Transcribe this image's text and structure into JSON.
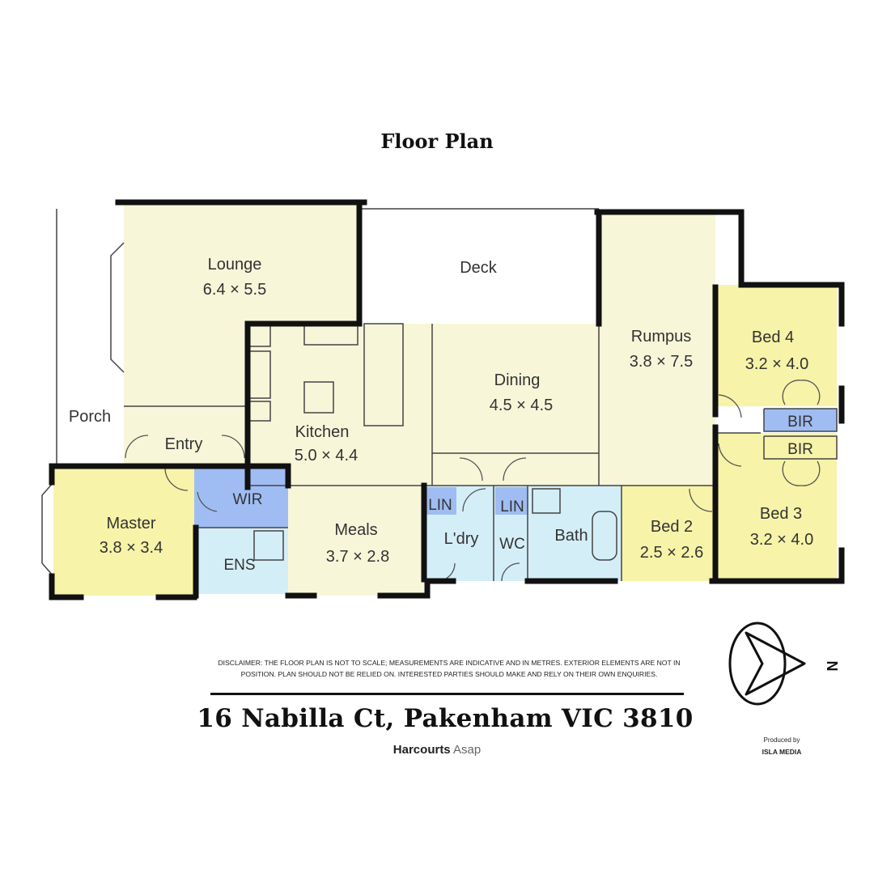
{
  "title": "Floor Plan",
  "rooms": {
    "lounge": {
      "name": "Lounge",
      "dims": "6.4 × 5.5"
    },
    "deck": {
      "name": "Deck"
    },
    "rumpus": {
      "name": "Rumpus",
      "dims": "3.8 × 7.5"
    },
    "bed4": {
      "name": "Bed 4",
      "dims": "3.2 × 4.0"
    },
    "porch": {
      "name": "Porch"
    },
    "kitchen": {
      "name": "Kitchen",
      "dims": "5.0 × 4.4"
    },
    "dining": {
      "name": "Dining",
      "dims": "4.5 × 4.5"
    },
    "entry": {
      "name": "Entry"
    },
    "master": {
      "name": "Master",
      "dims": "3.8 × 3.4"
    },
    "wir": {
      "name": "WIR"
    },
    "ens": {
      "name": "ENS"
    },
    "meals": {
      "name": "Meals",
      "dims": "3.7 × 2.8"
    },
    "lin1": {
      "name": "LIN"
    },
    "lin2": {
      "name": "LIN"
    },
    "laundry": {
      "name": "L'dry"
    },
    "wc": {
      "name": "WC"
    },
    "bath": {
      "name": "Bath"
    },
    "bed2": {
      "name": "Bed 2",
      "dims": "2.5 × 2.6"
    },
    "bed3": {
      "name": "Bed 3",
      "dims": "3.2 × 4.0"
    },
    "bir1": {
      "name": "BIR"
    },
    "bir2": {
      "name": "BIR"
    }
  },
  "compass": {
    "label": "N"
  },
  "disclaimer": "Disclaimer: The floor plan is not to scale; measurements are indicative and in metres. Exterior elements are not in position. Plan should not be relied on. Interested parties should make and rely on their own enquiries.",
  "address": "16 Nabilla Ct, Pakenham VIC 3810",
  "agency": {
    "brand": "Harcourts",
    "branch": "Asap"
  },
  "credit": {
    "label": "Produced by",
    "studio": "ISLA MEDIA"
  },
  "colors": {
    "living": "#f8f6d9",
    "bedroom": "#f7f3a8",
    "wet": "#d4eef7",
    "storage": "#9fbdf2",
    "wall": "#111111"
  }
}
